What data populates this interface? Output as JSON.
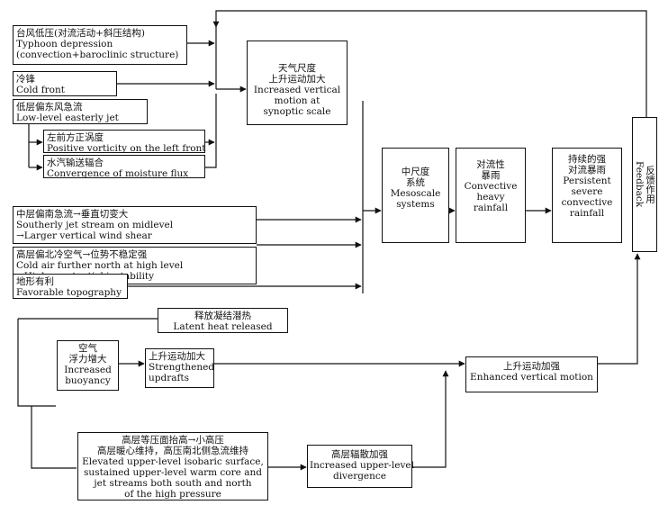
{
  "top_block": {
    "typhoon": {
      "zh": "台风低压(对流活动+斜压结构)",
      "en1": "Typhoon depression",
      "en2": "(convection+baroclinic structure)"
    },
    "cold_front": {
      "zh": "冷锋",
      "en": "Cold front"
    },
    "easterly_jet": {
      "zh": "低层偏东风急流",
      "en": "Low-level easterly jet"
    },
    "vorticity": {
      "zh": "左前方正涡度",
      "en": "Positive vorticity on the left front"
    },
    "moisture": {
      "zh": "水汽输送辐合",
      "en": "Convergence of moisture flux"
    },
    "southerly_jet": {
      "zh": "中层偏南急流→垂直切变大",
      "en1": "Southerly jet stream on midlevel",
      "en2": "→Larger vertical wind shear"
    },
    "cold_air": {
      "zh": "高层偏北冷空气→位势不稳定强",
      "en1": "Cold air further north at high level",
      "en2": "→Higher potential instability"
    },
    "topography": {
      "zh": "地形有利",
      "en": "Favorable topography"
    },
    "synoptic": {
      "zh1": "天气尺度",
      "zh2": "上升运动加大",
      "en1": "Increased vertical",
      "en2": "motion at",
      "en3": "synoptic scale"
    },
    "mesoscale": {
      "zh1": "中尺度",
      "zh2": "系统",
      "en1": "Mesoscale",
      "en2": "systems"
    },
    "convective": {
      "zh1": "对流性",
      "zh2": "暴雨",
      "en1": "Convective",
      "en2": "heavy",
      "en3": "rainfall"
    },
    "persistent": {
      "zh1": "持续的强",
      "zh2": "对流暴雨",
      "en1": "Persistent",
      "en2": "severe",
      "en3": "convective",
      "en4": "rainfall"
    },
    "feedback": {
      "zh": "反馈作用",
      "en": "Feedback"
    }
  },
  "bottom_block": {
    "latent": {
      "zh": "释放凝结潜热",
      "en": "Latent heat released"
    },
    "buoyancy": {
      "zh1": "空气",
      "zh2": "浮力增大",
      "en1": "Increased",
      "en2": "buoyancy"
    },
    "updrafts": {
      "zh": "上升运动加大",
      "en1": "Strengthened",
      "en2": "updrafts"
    },
    "enhanced": {
      "zh": "上升运动加强",
      "en": "Enhanced vertical motion"
    },
    "elevated": {
      "zh1": "高层等压面抬高→小高压",
      "zh2": "高层暖心维持，高压南北侧急流维持",
      "en1": "Elevated upper-level isobaric surface,",
      "en2": "sustained upper-level warm core and",
      "en3": "jet streams both south and north",
      "en4": "of the high pressure"
    },
    "divergence": {
      "zh": "高层辐散加强",
      "en1": "Increased upper-level",
      "en2": "divergence"
    }
  }
}
